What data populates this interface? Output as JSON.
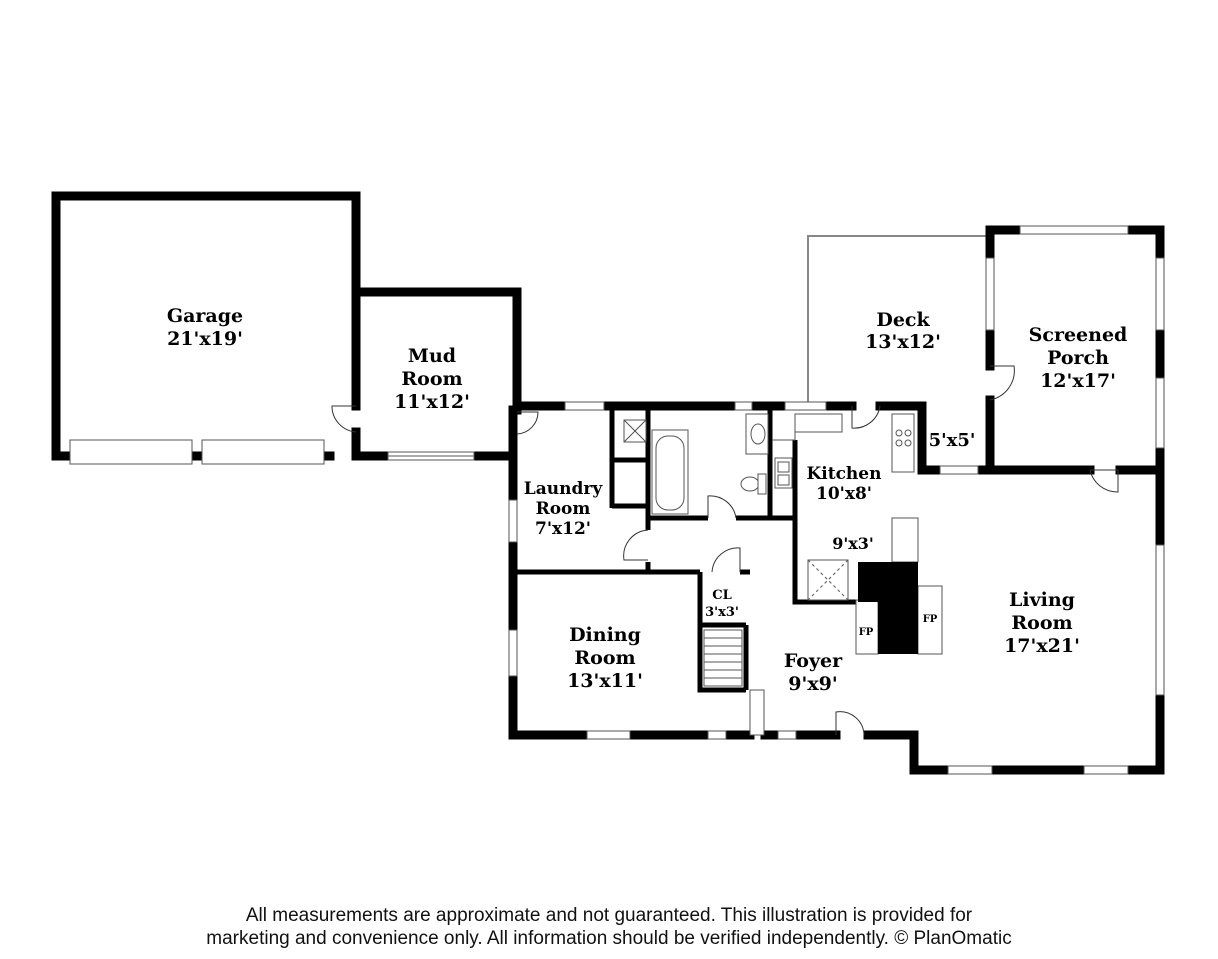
{
  "rooms": {
    "garage": {
      "name": "Garage",
      "size": "21'x19'"
    },
    "mud_room": {
      "name_line1": "Mud",
      "name_line2": "Room",
      "size": "11'x12'"
    },
    "deck": {
      "name": "Deck",
      "size": "13'x12'"
    },
    "screened_porch": {
      "name_line1": "Screened",
      "name_line2": "Porch",
      "size": "12'x17'"
    },
    "small_deck": {
      "size": "5'x5'"
    },
    "kitchen": {
      "name": "Kitchen",
      "size": "10'x8'"
    },
    "laundry_room": {
      "name_line1": "Laundry",
      "name_line2": "Room",
      "size": "7'x12'"
    },
    "pantry": {
      "size": "9'x3'"
    },
    "closet": {
      "name": "CL",
      "size": "3'x3'"
    },
    "dining_room": {
      "name_line1": "Dining",
      "name_line2": "Room",
      "size": "13'x11'"
    },
    "foyer": {
      "name": "Foyer",
      "size": "9'x9'"
    },
    "living_room": {
      "name_line1": "Living",
      "name_line2": "Room",
      "size": "17'x21'"
    }
  },
  "fireplace_labels": {
    "left": "FP",
    "right": "FP"
  },
  "footer": {
    "line1": "All measurements are approximate and not guaranteed. This illustration is provided for",
    "line2": "marketing and convenience only. All information should be verified independently. © PlanOmatic"
  }
}
